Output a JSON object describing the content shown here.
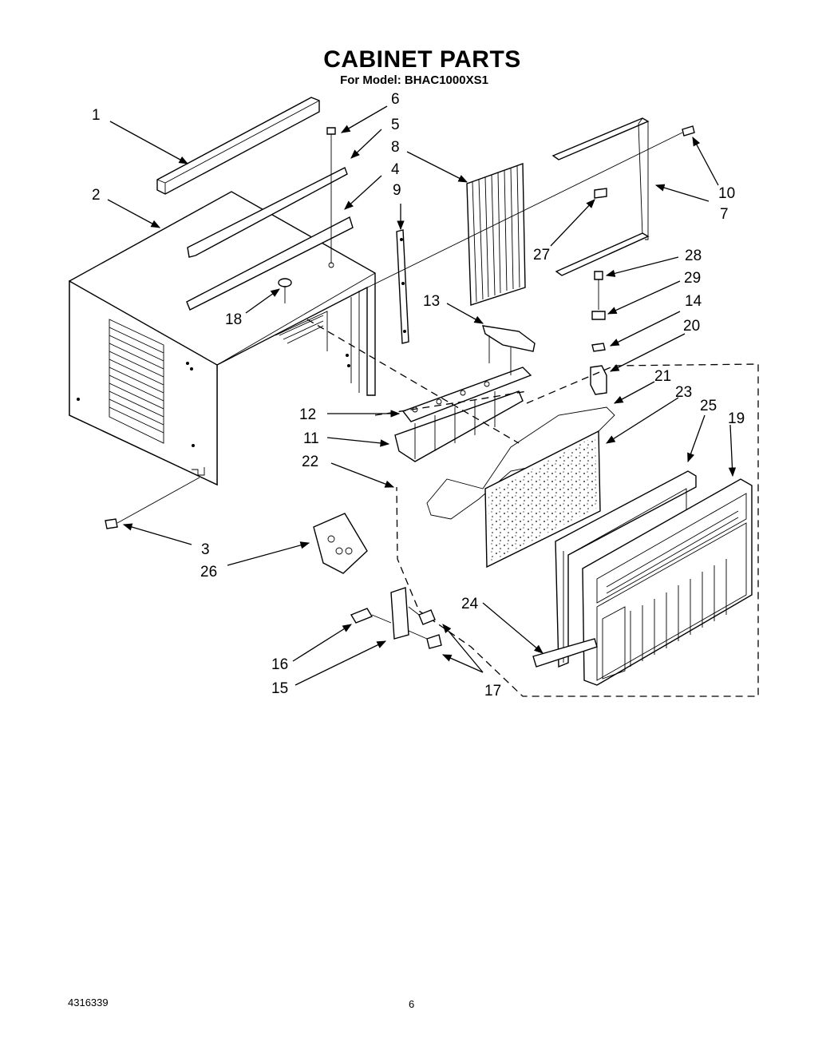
{
  "header": {
    "title": "CABINET PARTS",
    "subtitle": "For Model: BHAC1000XS1"
  },
  "footer": {
    "doc_number": "4316339",
    "page_number": "6"
  },
  "callouts": [
    "1",
    "2",
    "3",
    "4",
    "5",
    "6",
    "7",
    "8",
    "9",
    "10",
    "11",
    "12",
    "13",
    "14",
    "15",
    "16",
    "17",
    "18",
    "19",
    "20",
    "21",
    "22",
    "23",
    "24",
    "25",
    "26",
    "27",
    "28",
    "29"
  ]
}
